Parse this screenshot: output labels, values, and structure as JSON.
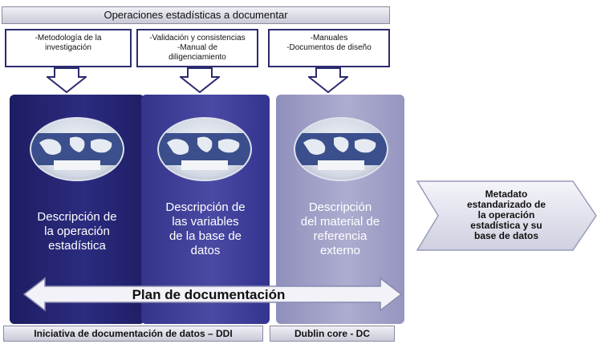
{
  "header": {
    "title": "Operaciones estadísticas a documentar"
  },
  "sources": [
    {
      "line1": "-Metodología de la",
      "line2": "investigación"
    },
    {
      "line1": "-Validación y consistencias",
      "line2": "-Manual de",
      "line3": "diligenciamiento"
    },
    {
      "line1": "-Manuales",
      "line2": "-Documentos de diseño"
    }
  ],
  "columns": [
    {
      "lines": [
        "Descripción de",
        "la operación",
        "estadística"
      ]
    },
    {
      "lines": [
        "Descripción de",
        "las variables",
        "de la base de",
        "datos"
      ]
    },
    {
      "lines": [
        "Descripción",
        "del material de",
        "referencia",
        "externo"
      ]
    }
  ],
  "plan": {
    "label": "Plan de documentación"
  },
  "footer": {
    "ddi": "Iniciativa de documentación de datos – DDI",
    "dc": "Dublin core - DC"
  },
  "output": {
    "lines": [
      "Metadato",
      "estandarizado de",
      "la operación",
      "estadística y su",
      "base de datos"
    ]
  },
  "colors": {
    "col1": "#23236e",
    "col2": "#3f3f98",
    "col3": "#a3a3c8",
    "border": "#2b2b6e"
  },
  "icons": [
    "globe-disc-icon",
    "double-arrow-icon",
    "chevron-arrow-icon",
    "down-arrow-icon"
  ]
}
